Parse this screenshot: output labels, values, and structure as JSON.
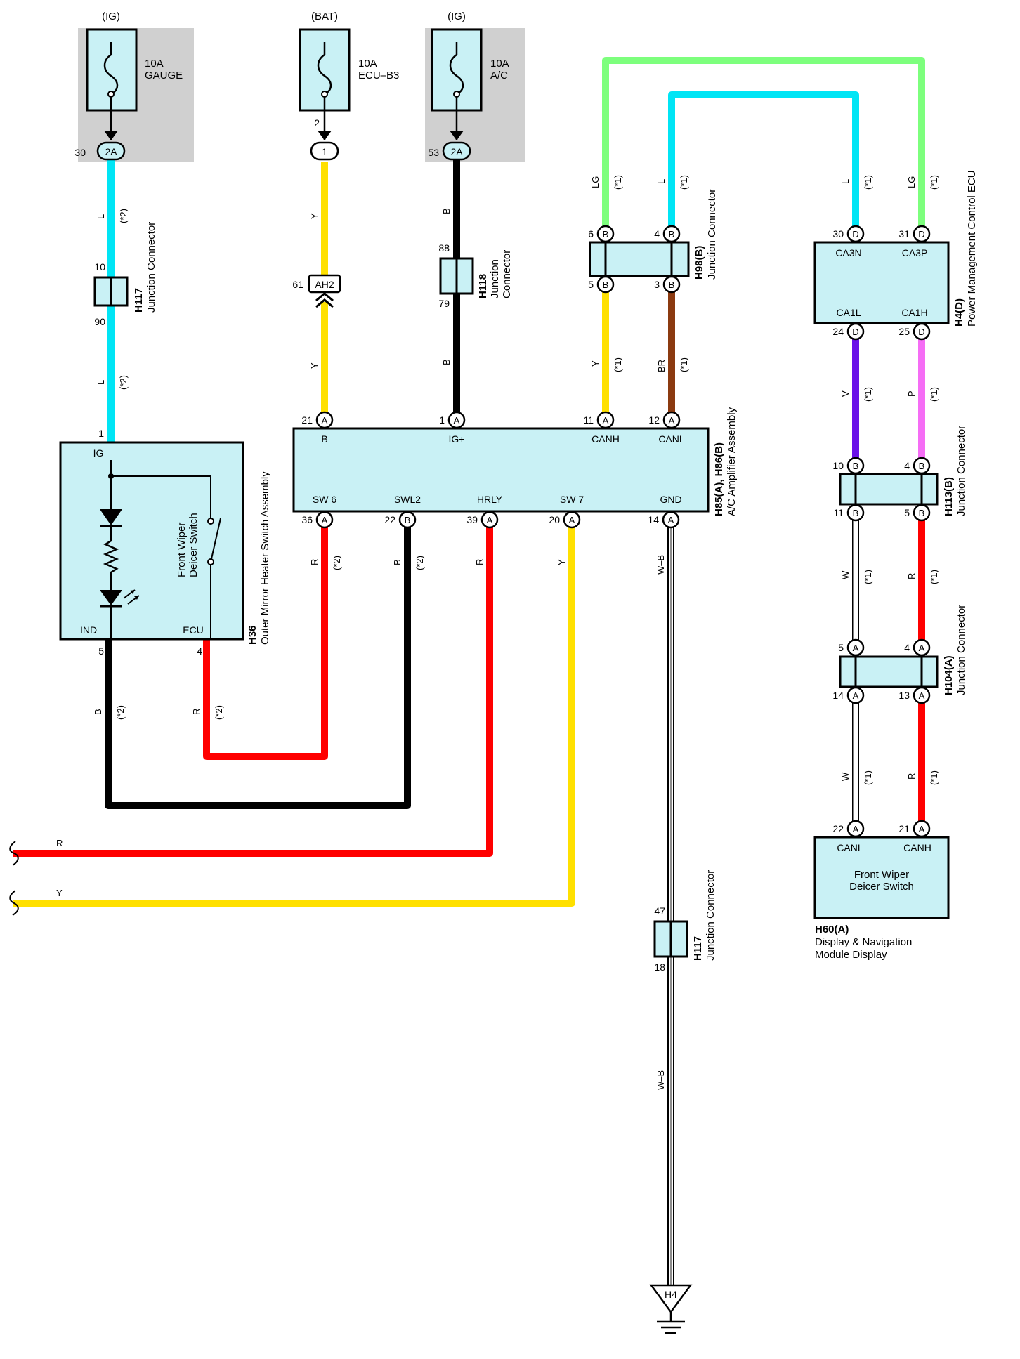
{
  "colors": {
    "L": "#00e5f5",
    "LG": "#7dff7d",
    "Y": "#ffe000",
    "B": "#000000",
    "BR": "#8b3a10",
    "V": "#6a11e8",
    "P": "#f56df5",
    "R": "#ff0000",
    "W": "#ffffff",
    "component_fill": "#c9f1f5",
    "fuse_shading": "#d0d0d0"
  },
  "fuses": [
    {
      "source": "(IG)",
      "rating": "10A",
      "name": "GAUGE",
      "pin": "30",
      "connector": "2A"
    },
    {
      "source": "(BAT)",
      "rating": "10A",
      "name": "ECU–B3",
      "pin": "2",
      "connector": "1"
    },
    {
      "source": "(IG)",
      "rating": "10A",
      "name": "A/C",
      "pin": "53",
      "connector": "2A"
    }
  ],
  "connectors": {
    "h117_top": {
      "id": "H117",
      "desc": "Junction Connector",
      "pin_in": "10",
      "pin_out": "90"
    },
    "ah2": {
      "label": "AH2",
      "pin": "61"
    },
    "h118": {
      "id": "H118",
      "desc1": "Junction",
      "desc2": "Connector",
      "pin_in": "88",
      "pin_out": "79"
    },
    "h98": {
      "id": "H98(B)",
      "desc": "Junction Connector",
      "pins": [
        "6",
        "4",
        "5",
        "3"
      ],
      "letter": "B"
    },
    "h4": {
      "id": "H4(D)",
      "desc": "Power Management Control ECU",
      "pins": [
        "30",
        "31",
        "24",
        "25"
      ],
      "terms": [
        "CA3N",
        "CA3P",
        "CA1L",
        "CA1H"
      ],
      "letter": "D"
    },
    "h113": {
      "id": "H113(B)",
      "desc": "Junction Connector",
      "pins": [
        "10",
        "4",
        "11",
        "5"
      ],
      "letter": "B"
    },
    "h104": {
      "id": "H104(A)",
      "desc": "Junction Connector",
      "pins": [
        "5",
        "4",
        "14",
        "13"
      ],
      "letter": "A"
    },
    "h60": {
      "id": "H60(A)",
      "desc1": "Display & Navigation",
      "desc2": "Module Display",
      "name1": "Front Wiper",
      "name2": "Deicer Switch",
      "pins": [
        "22",
        "21"
      ],
      "terms": [
        "CANL",
        "CANH"
      ],
      "letter": "A"
    },
    "h117_bottom": {
      "id": "H117",
      "desc": "Junction Connector",
      "pin_in": "47",
      "pin_out": "18"
    },
    "ground": {
      "label": "H4"
    }
  },
  "h36": {
    "id": "H36",
    "desc": "Outer Mirror Heater Switch Assembly",
    "switch1": "Front Wiper",
    "switch2": "Deicer Switch",
    "term_ig": "IG",
    "term_ind": "IND–",
    "term_ecu": "ECU",
    "pin_ig": "1",
    "pin_ind": "5",
    "pin_ecu": "4"
  },
  "amplifier": {
    "id": "H85(A), H86(B)",
    "desc": "A/C Amplifier Assembly",
    "top_terms": [
      {
        "pin": "21",
        "letter": "A",
        "term": "B"
      },
      {
        "pin": "1",
        "letter": "A",
        "term": "IG+"
      },
      {
        "pin": "11",
        "letter": "A",
        "term": "CANH"
      },
      {
        "pin": "12",
        "letter": "A",
        "term": "CANL"
      }
    ],
    "bottom_terms": [
      {
        "pin": "36",
        "letter": "A",
        "term": "SW 6"
      },
      {
        "pin": "22",
        "letter": "B",
        "term": "SWL2"
      },
      {
        "pin": "39",
        "letter": "A",
        "term": "HRLY"
      },
      {
        "pin": "20",
        "letter": "A",
        "term": "SW 7"
      },
      {
        "pin": "14",
        "letter": "A",
        "term": "GND"
      }
    ]
  },
  "wire_labels": {
    "L": "L",
    "LG": "LG",
    "Y": "Y",
    "B": "B",
    "BR": "BR",
    "V": "V",
    "P": "P",
    "R": "R",
    "W": "W",
    "WB": "W–B",
    "note1": "(*1)",
    "note2": "(*2)"
  }
}
